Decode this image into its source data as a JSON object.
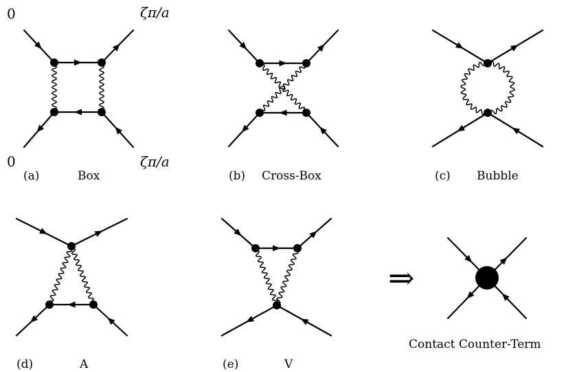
{
  "corner_labels": {
    "top_left": "0",
    "top_right": "ζπ/a",
    "bottom_left": "0",
    "bottom_right": "ζπ/a"
  },
  "panels": [
    {
      "letter": "(a)",
      "name": "Box"
    },
    {
      "letter": "(b)",
      "name": "Cross-Box"
    },
    {
      "letter": "(c)",
      "name": "Bubble"
    },
    {
      "letter": "(d)",
      "name": "A"
    },
    {
      "letter": "(e)",
      "name": "V"
    }
  ],
  "implies_symbol": "⇒",
  "counter_term": {
    "caption": "Contact Counter-Term"
  }
}
